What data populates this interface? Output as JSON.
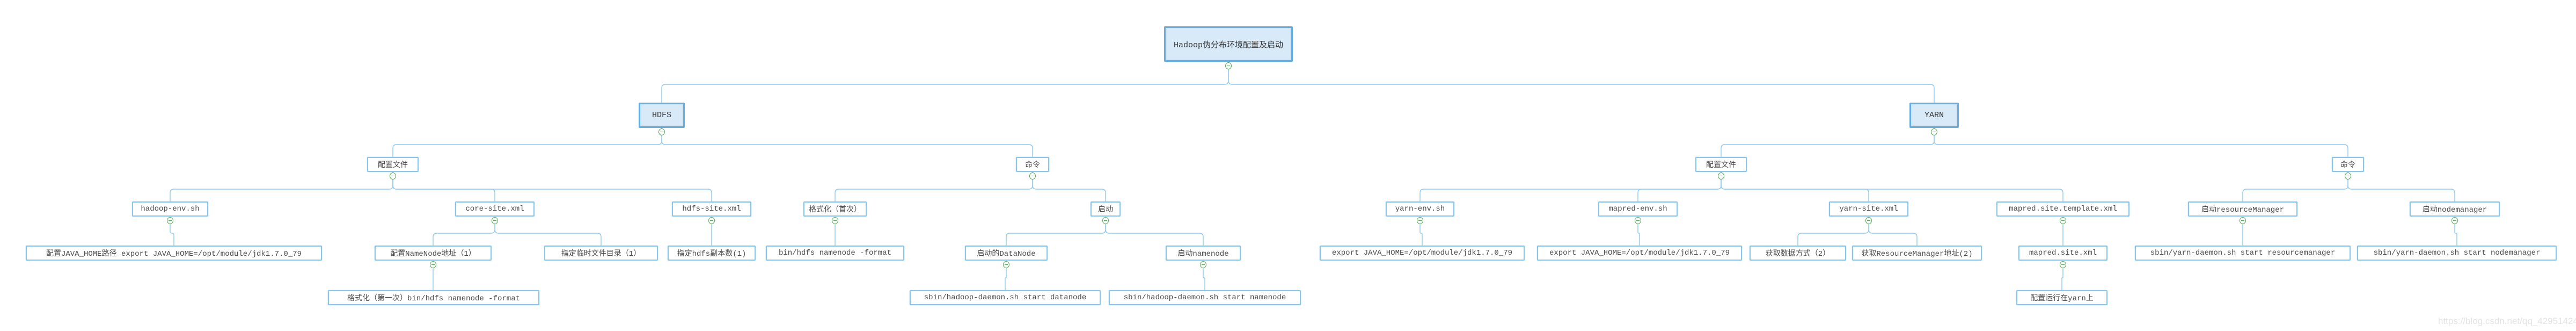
{
  "title": "Hadoop伪分布环境配置及启动",
  "colors": {
    "line": "#8fc9ef",
    "node_border": "#85c7ef",
    "major_fill": "#d8e9f8",
    "major_border": "#64afe0",
    "collapse_green": "#55a855",
    "text": "#4a4a4a"
  },
  "nodes": {
    "root": "Hadoop伪分布环境配置及启动",
    "hdfs": "HDFS",
    "yarn": "YARN",
    "hdfs_conf": "配置文件",
    "hdfs_cmd": "命令",
    "yarn_conf": "配置文件",
    "yarn_cmd": "命令",
    "hadoop_env": "hadoop-env.sh",
    "core_site": "core-site.xml",
    "hdfs_site": "hdfs-site.xml",
    "fmt_first": "格式化（首次）",
    "hdfs_start": "启动",
    "yarn_env": "yarn-env.sh",
    "mapred_env": "mapred-env.sh",
    "yarn_site": "yarn-site.xml",
    "mapred_tpl": "mapred.site.template.xml",
    "start_rm": "启动resourceManager",
    "start_nm": "启动nodemanager",
    "java_home_path": "配置JAVA_HOME路径 export JAVA_HOME=/opt/module/jdk1.7.0_79",
    "nn_addr": "配置NameNode地址（1）",
    "tmp_dir": "指定临时文件目录（1）",
    "replica": "指定hdfs副本数(1)",
    "fmt_cmd": "bin/hdfs namenode -format",
    "start_dn": "启动的DataNode",
    "start_nn": "启动namenode",
    "yarn_java": "export JAVA_HOME=/opt/module/jdk1.7.0_79",
    "mapred_java": "export JAVA_HOME=/opt/module/jdk1.7.0_79",
    "data_mode": "获取数据方式（2）",
    "rm_addr": "获取ResourceManager地址(2)",
    "mapred_xml": "mapred.site.xml",
    "rm_cmd": "sbin/yarn-daemon.sh start resourcemanager",
    "nm_cmd": "sbin/yarn-daemon.sh start nodemanager",
    "fmt_once": "格式化（第一次）bin/hdfs namenode -format",
    "dn_cmd": "sbin/hadoop-daemon.sh start datanode",
    "nn_cmd": "sbin/hadoop-daemon.sh start namenode",
    "yarn_run": "配置运行在yarn上"
  },
  "watermark": "https://blog.csdn.net/qq_42951424"
}
